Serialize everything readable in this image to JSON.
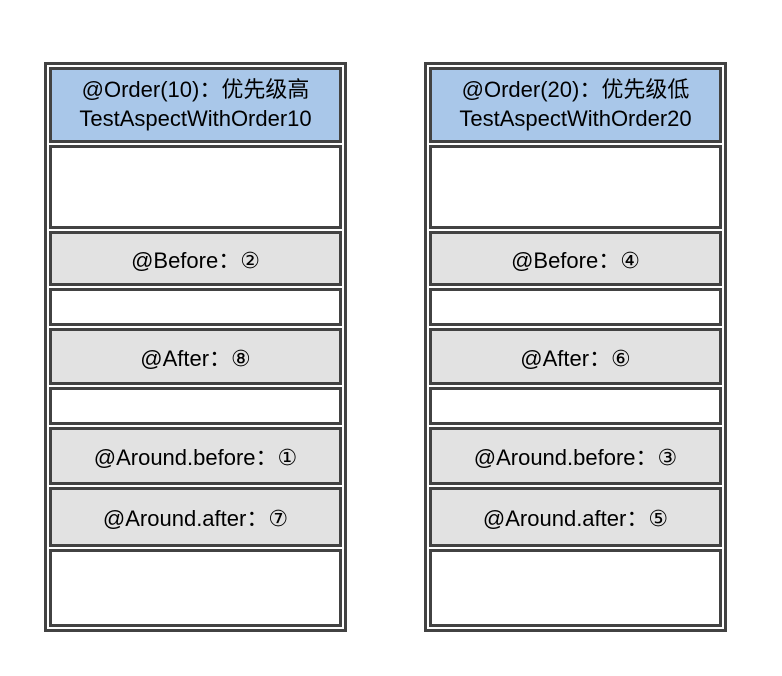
{
  "colors": {
    "background": "#ffffff",
    "header_bg": "#a9c7e9",
    "label_row_bg": "#e2e2e2",
    "border": "#424242",
    "text": "#000000"
  },
  "aspects": [
    {
      "header_line1": "@Order(10)：优先级高",
      "header_line2": "TestAspectWithOrder10",
      "before": "@Before：②",
      "after": "@After：⑧",
      "around_before": "@Around.before：①",
      "around_after": "@Around.after：⑦"
    },
    {
      "header_line1": "@Order(20)：优先级低",
      "header_line2": "TestAspectWithOrder20",
      "before": "@Before：④",
      "after": "@After：⑥",
      "around_before": "@Around.before：③",
      "around_after": "@Around.after：⑤"
    }
  ]
}
